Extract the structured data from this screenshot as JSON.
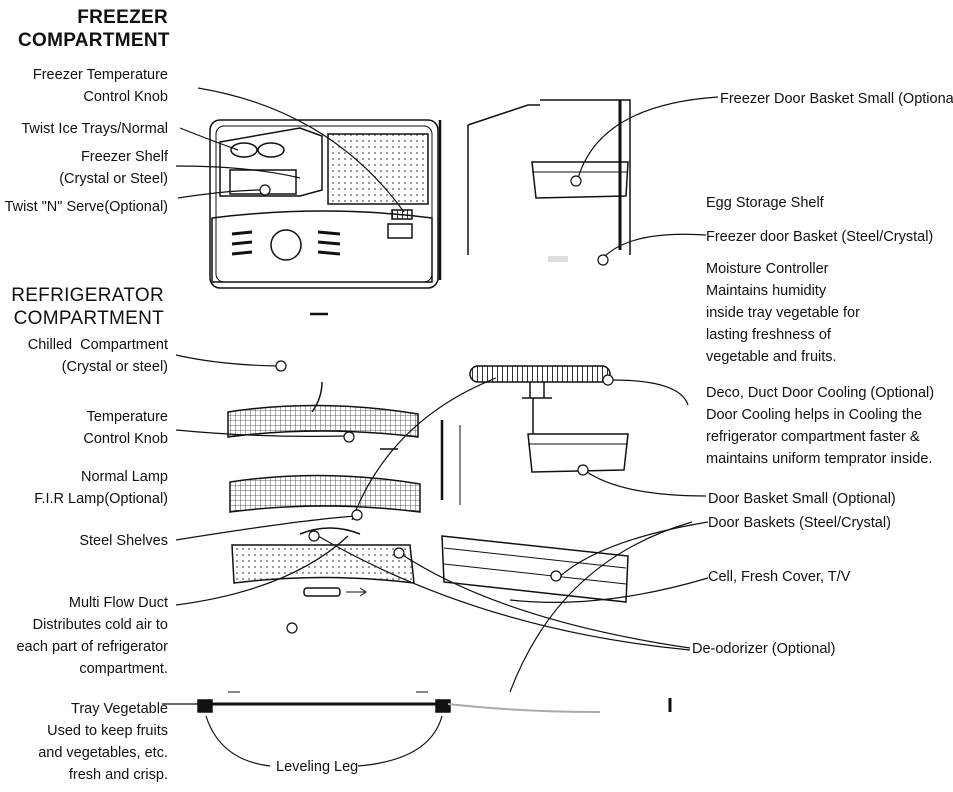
{
  "headings": {
    "freezer": "FREEZER\nCOMPARTMENT",
    "refrigerator": "REFRIGERATOR\nCOMPARTMENT"
  },
  "left_labels": {
    "freezer_temp_knob": "Freezer Temperature\nControl Knob",
    "twist_ice_trays": "Twist Ice Trays/Normal",
    "freezer_shelf": "Freezer Shelf\n(Crystal or Steel)",
    "twist_n_serve": "Twist \"N\" Serve(Optional)",
    "chilled_compartment": "Chilled  Compartment\n(Crystal or steel)",
    "temperature_knob": "Temperature\nControl Knob",
    "normal_lamp": "Normal Lamp\nF.I.R Lamp(Optional)",
    "steel_shelves": "Steel Shelves",
    "multi_flow_duct": "Multi Flow Duct\nDistributes cold air to\neach part of refrigerator\ncompartment.",
    "tray_vegetable": "Tray Vegetable\nUsed to keep fruits\nand vegetables, etc.\nfresh and crisp."
  },
  "right_labels": {
    "freezer_door_basket_small": "Freezer Door Basket Small (Optional)",
    "egg_storage_shelf": "Egg Storage Shelf",
    "freezer_door_basket": "Freezer door Basket (Steel/Crystal)",
    "moisture_controller": "Moisture Controller\nMaintains humidity\ninside tray vegetable for\nlasting freshness of\nvegetable and fruits.",
    "deco_duct_door_cooling": "Deco, Duct Door Cooling (Optional)\nDoor Cooling helps in Cooling the\nrefrigerator compartment faster &\nmaintains uniform temprator inside.",
    "door_basket_small": "Door Basket Small (Optional)",
    "door_baskets": "Door Baskets (Steel/Crystal)",
    "cell_fresh_cover": "Cell, Fresh Cover, T/V",
    "deodorizer": "De-odorizer (Optional)"
  },
  "bottom_labels": {
    "leveling_leg": "Leveling Leg"
  }
}
